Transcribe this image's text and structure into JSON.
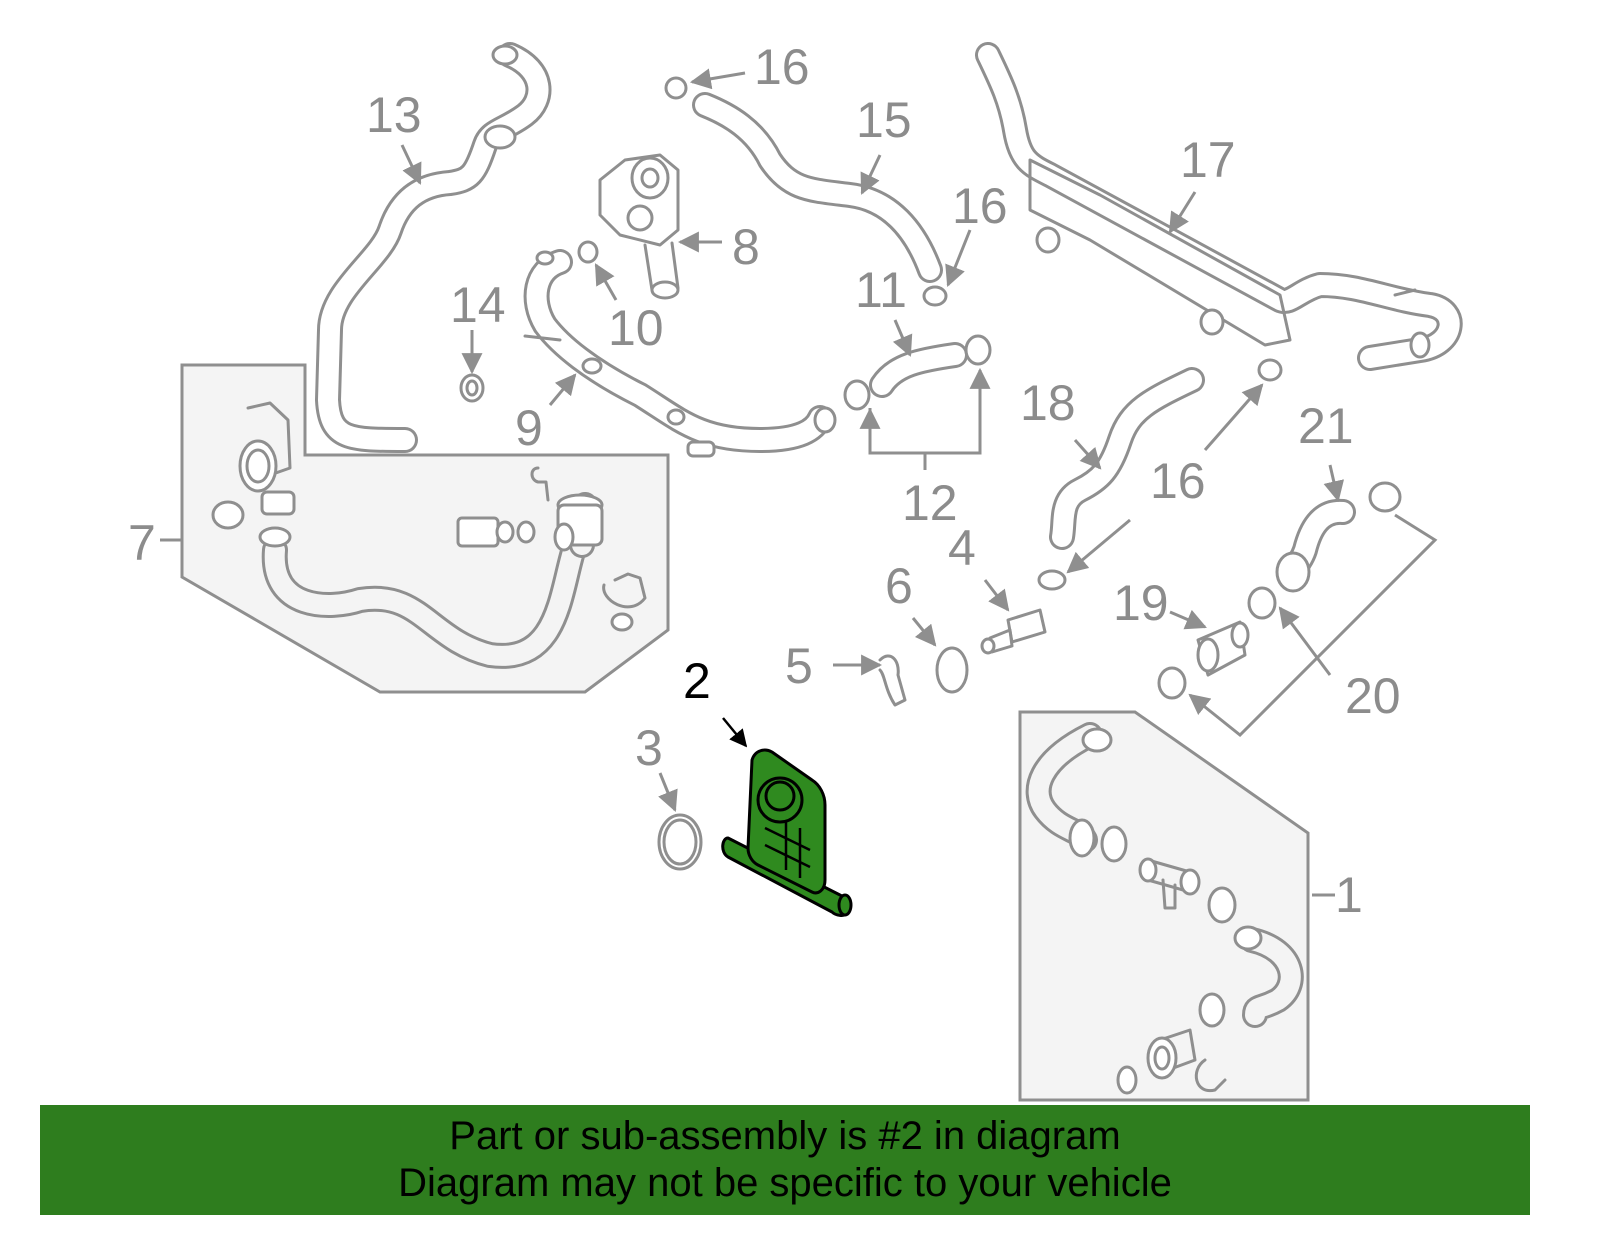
{
  "highlight_color": "#2e7d1e",
  "callouts": {
    "c1": "1",
    "c2": "2",
    "c3": "3",
    "c4": "4",
    "c5": "5",
    "c6": "6",
    "c7": "7",
    "c8": "8",
    "c9": "9",
    "c10": "10",
    "c11": "11",
    "c12": "12",
    "c13": "13",
    "c14": "14",
    "c15": "15",
    "c16": "16",
    "c17": "17",
    "c18": "18",
    "c19": "19",
    "c20": "20",
    "c21": "21"
  },
  "banner": {
    "line1": "Part or sub-assembly is #2 in diagram",
    "line2": "Diagram may not be specific to your vehicle"
  }
}
